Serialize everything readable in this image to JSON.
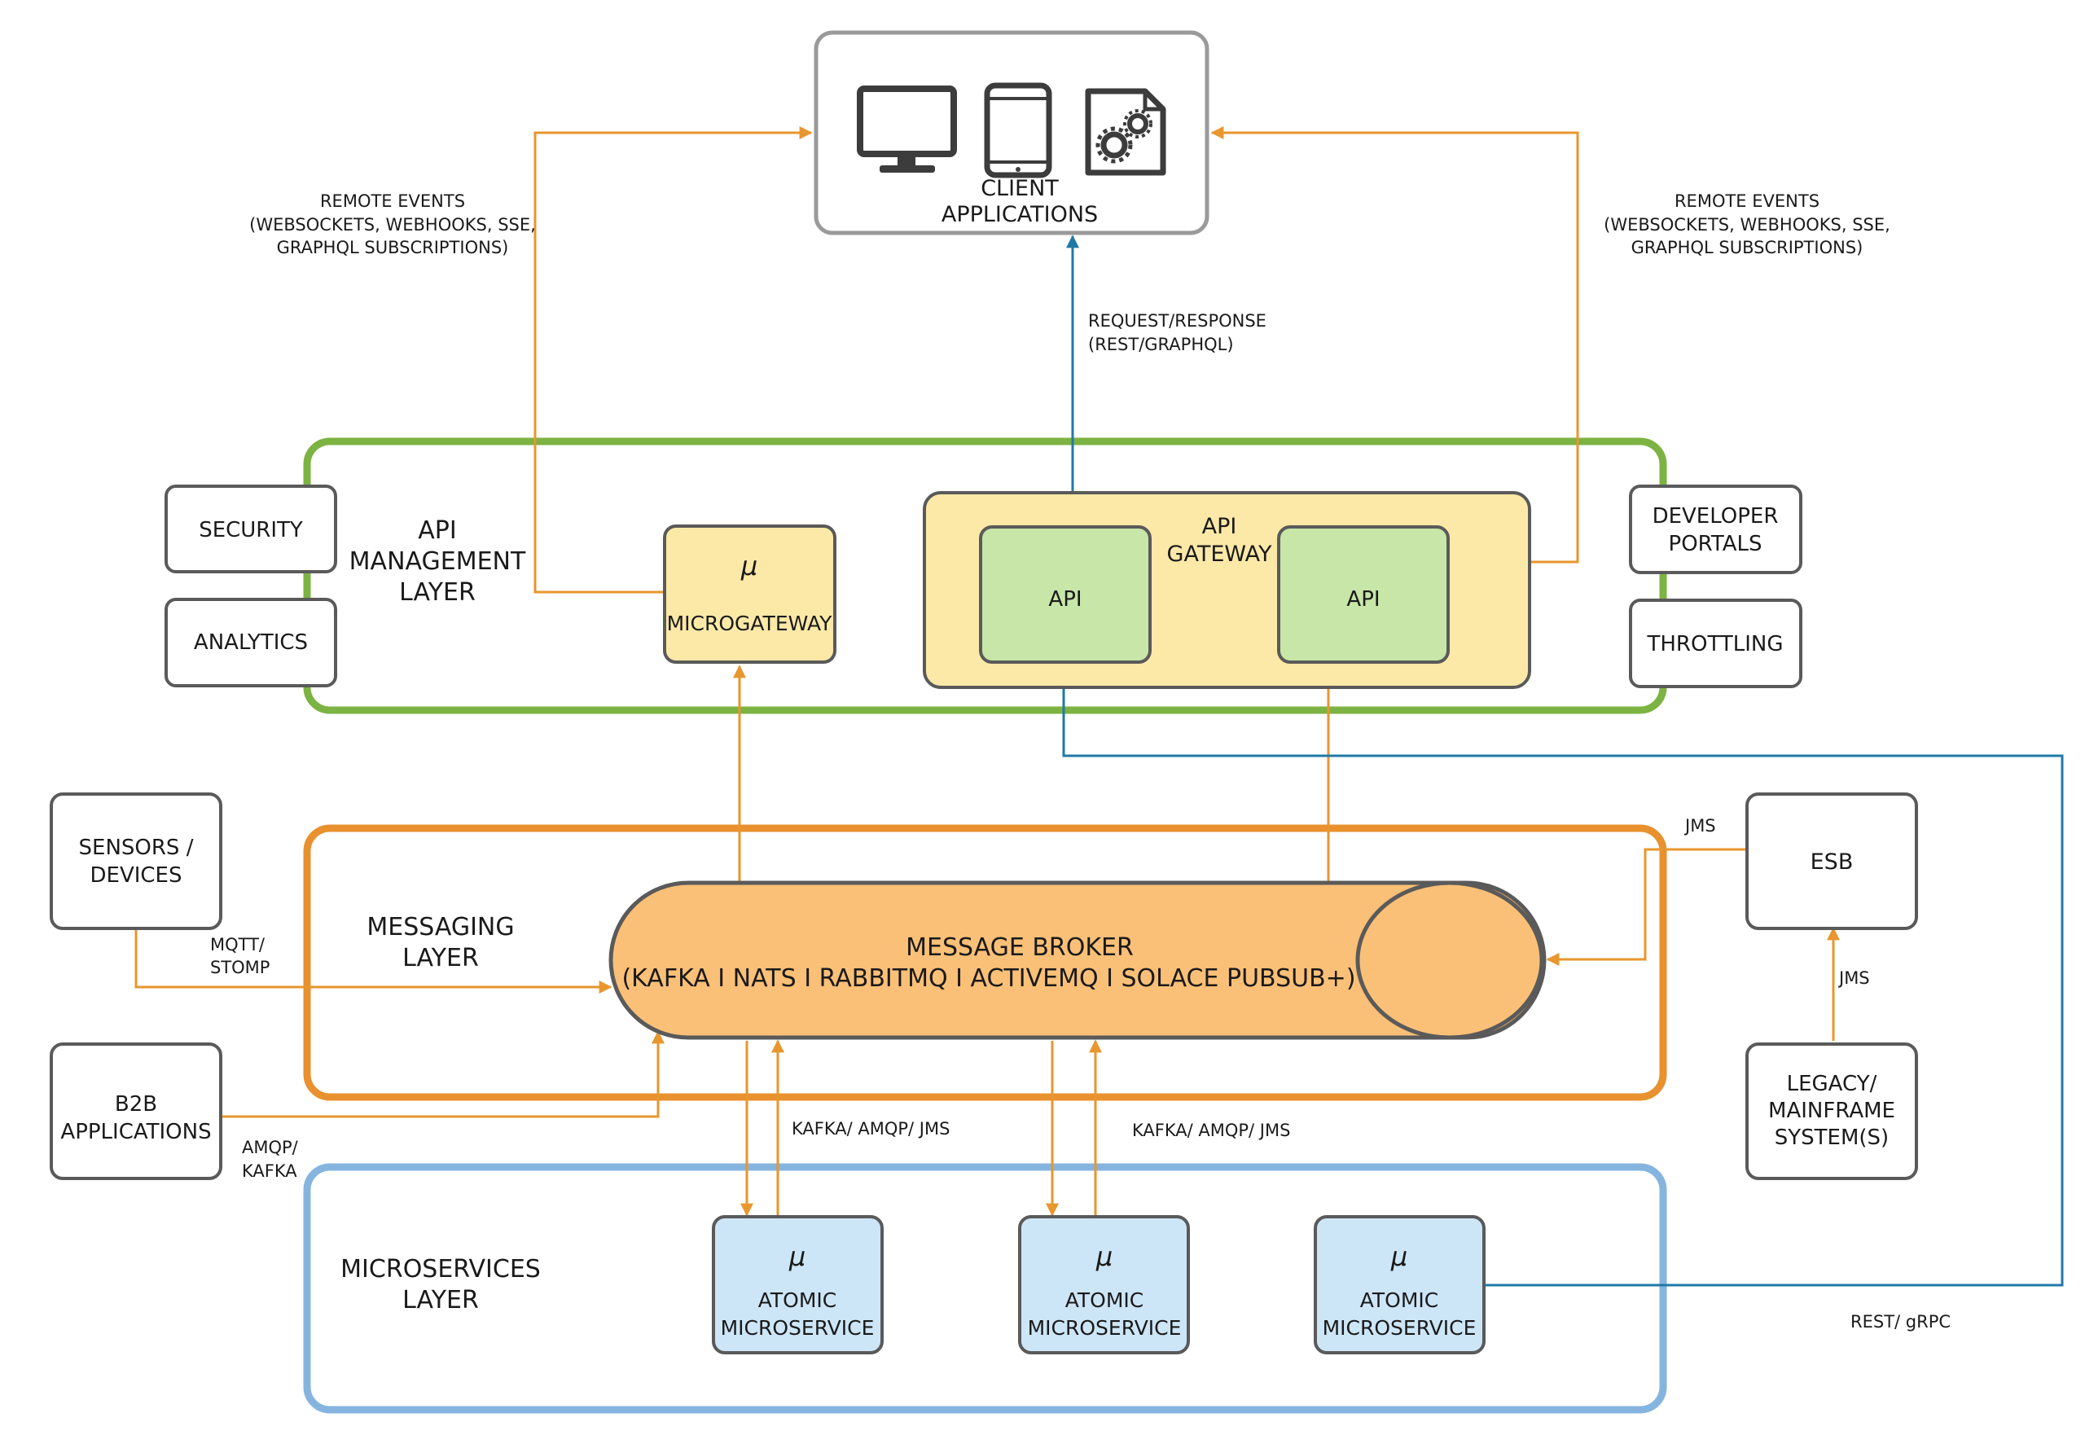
{
  "colors": {
    "orange": "#e8962e",
    "blue": "#1f7aa8",
    "green_border": "#7cb342",
    "orange_border": "#e8912e",
    "blue_border": "#85b5df",
    "box_border": "#5a5a5a",
    "yellow_fill": "#fde9a7",
    "green_fill": "#c8e6a8",
    "lightblue_fill": "#cde6f7",
    "broker_fill": "#fbc077"
  },
  "client": {
    "label_line1": "CLIENT",
    "label_line2": "APPLICATIONS",
    "icons": [
      "monitor-icon",
      "tablet-icon",
      "gears-document-icon"
    ]
  },
  "remote_events_left": {
    "line1": "REMOTE EVENTS",
    "line2": "(WEBSOCKETS, WEBHOOKS, SSE,",
    "line3": "GRAPHQL SUBSCRIPTIONS)"
  },
  "remote_events_right": {
    "line1": "REMOTE EVENTS",
    "line2": "(WEBSOCKETS, WEBHOOKS, SSE,",
    "line3": "GRAPHQL SUBSCRIPTIONS)"
  },
  "request_response": {
    "line1": "REQUEST/RESPONSE",
    "line2": "(REST/GRAPHQL)"
  },
  "api_layer": {
    "label_line1": "API",
    "label_line2": "MANAGEMENT",
    "label_line3": "LAYER",
    "security": "SECURITY",
    "analytics": "ANALYTICS",
    "developer_portals_line1": "DEVELOPER",
    "developer_portals_line2": "PORTALS",
    "throttling": "THROTTLING",
    "microgateway_symbol": "μ",
    "microgateway": "MICROGATEWAY",
    "gateway_line1": "API",
    "gateway_line2": "GATEWAY",
    "api1": "API",
    "api2": "API"
  },
  "messaging_layer": {
    "label_line1": "MESSAGING",
    "label_line2": "LAYER",
    "broker_line1": "MESSAGE BROKER",
    "broker_line2": "(KAFKA I NATS I RABBITMQ I ACTIVEMQ I SOLACE PUBSUB+)"
  },
  "sensors": {
    "line1": "SENSORS /",
    "line2": "DEVICES"
  },
  "mqtt": {
    "line1": "MQTT/",
    "line2": "STOMP"
  },
  "b2b": {
    "line1": "B2B",
    "line2": "APPLICATIONS"
  },
  "amqp": {
    "line1": "AMQP/",
    "line2": "KAFKA"
  },
  "esb": {
    "label": "ESB"
  },
  "jms_top": "JMS",
  "jms_side": "JMS",
  "legacy": {
    "line1": "LEGACY/",
    "line2": "MAINFRAME",
    "line3": "SYSTEM(S)"
  },
  "kafka_left": "KAFKA/ AMQP/ JMS",
  "kafka_right": "KAFKA/ AMQP/ JMS",
  "rest_grpc": "REST/ gRPC",
  "microservices_layer": {
    "label_line1": "MICROSERVICES",
    "label_line2": "LAYER",
    "services": [
      {
        "symbol": "μ",
        "line1": "ATOMIC",
        "line2": "MICROSERVICE"
      },
      {
        "symbol": "μ",
        "line1": "ATOMIC",
        "line2": "MICROSERVICE"
      },
      {
        "symbol": "μ",
        "line1": "ATOMIC",
        "line2": "MICROSERVICE"
      }
    ]
  }
}
